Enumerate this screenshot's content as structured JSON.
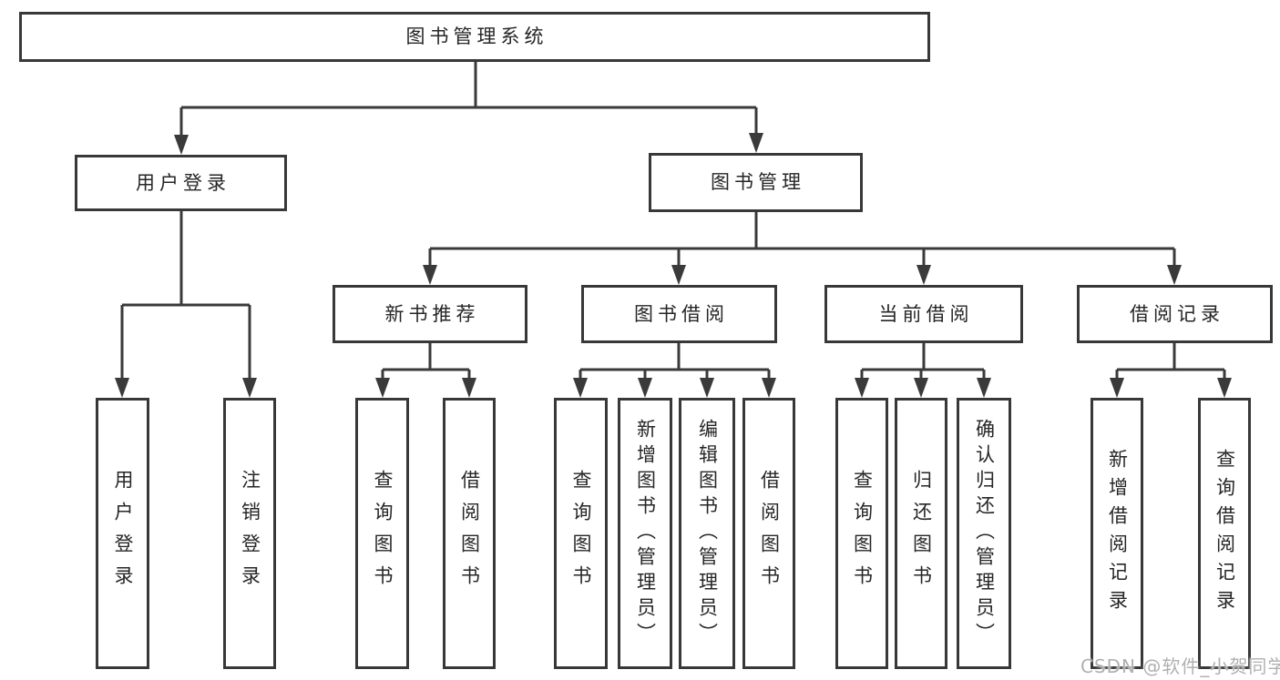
{
  "diagram_title": "图书管理系统",
  "colors": {
    "line": "#3a3a3a",
    "box_border": "#383838",
    "text": "#262626",
    "watermark": "#b0b0b0",
    "background": "#ffffff"
  },
  "nodes": {
    "root": "图书管理系统",
    "user_login_group": "用户登录",
    "book_mgmt": "图书管理",
    "new_book_rec": "新书推荐",
    "book_borrow": "图书借阅",
    "current_borrow": "当前借阅",
    "borrow_records": "借阅记录",
    "user_login": "用户登录",
    "logout": "注销登录",
    "query_books_rec": "查询图书",
    "borrow_books_rec": "借阅图书",
    "query_books_borrow": "查询图书",
    "add_books_admin": "新增图书（管理员）",
    "edit_books_admin": "编辑图书（管理员）",
    "borrow_books": "借阅图书",
    "query_books_current": "查询图书",
    "return_books": "归还图书",
    "confirm_return_admin": "确认归还（管理员）",
    "add_borrow_record": "新增借阅记录",
    "query_borrow_record": "查询借阅记录"
  },
  "watermark": "CSDN @软件_小贺同学"
}
